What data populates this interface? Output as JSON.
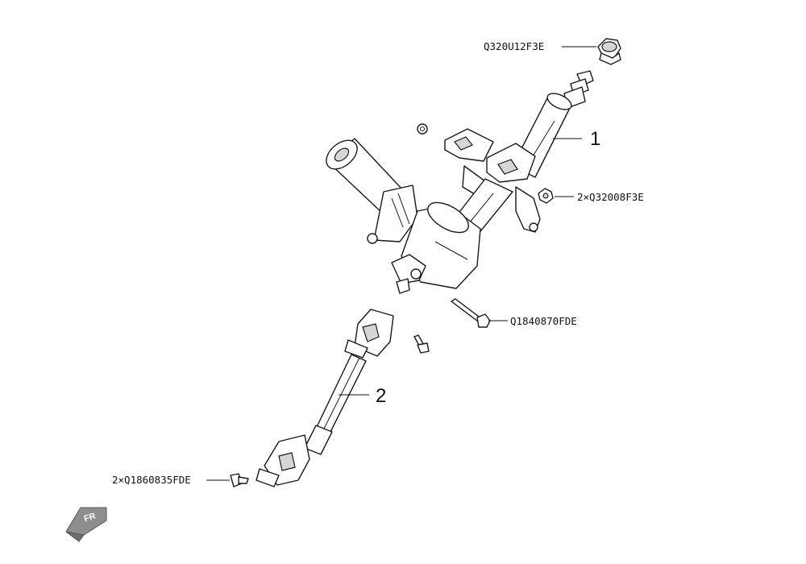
{
  "labels": {
    "top_nut": "Q320U12F3E",
    "nuts_right": "2×Q32008F3E",
    "long_bolt": "Q1840870FDE",
    "bolts_left": "2×Q1860835FDE",
    "part_1": "1",
    "part_2": "2",
    "front_marker": "FR"
  }
}
